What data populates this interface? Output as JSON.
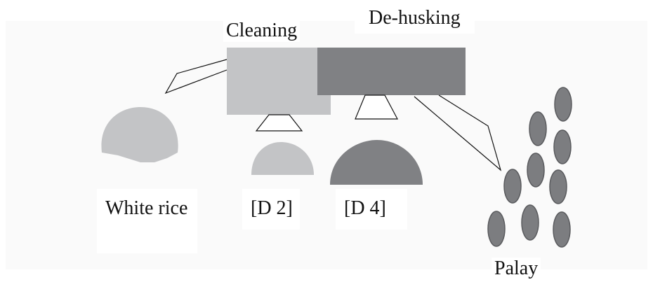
{
  "labels": {
    "cleaning": "Cleaning",
    "dehusking": "De-husking",
    "white_rice": "White rice",
    "d2": "[D 2]",
    "d4": "[D 4]",
    "palay": "Palay"
  },
  "colors": {
    "cleaning_box": "#c3c4c6",
    "dehusking_box": "#808184",
    "white_rice_pile": "#c3c4c6",
    "d2_pile": "#c3c4c6",
    "d4_pile": "#808184",
    "palay_grain": "#7c7d80",
    "outline": "#111111"
  }
}
